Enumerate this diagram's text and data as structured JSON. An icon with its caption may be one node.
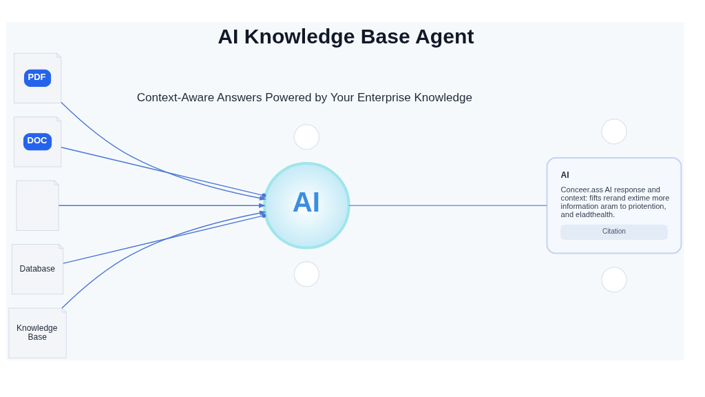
{
  "diagram": {
    "title": "AI Knowledge Base Agent",
    "nodes": [
      {
        "text": [
          "PDF"
        ]
      },
      {
        "text": [
          "DOC"
        ]
      },
      {
        "text": [],
        "shape": "document"
      },
      {
        "text": [
          "Database"
        ]
      },
      {
        "text": [
          "Knowledge Base"
        ]
      },
      {
        "text": [],
        "shape": "circle"
      },
      {
        "text": [],
        "shape": "circle"
      },
      {
        "text": [
          "AI"
        ]
      },
      {
        "text": [],
        "shape": "circle"
      },
      {
        "text": [],
        "shape": "circle"
      },
      {
        "text": [
          "AI",
          "Conceer.ass AI response and context: fifts rerand extime more information aram to priotention, and eladthealth.",
          "Citation"
        ]
      }
    ],
    "edges": [
      {
        "from": 0,
        "to": 7,
        "arrow": "to"
      },
      {
        "from": 1,
        "to": 7,
        "arrow": "other"
      },
      {
        "from": 2,
        "to": 7,
        "arrow": "to"
      },
      {
        "from": 3,
        "to": 7,
        "arrow": "other"
      },
      {
        "from": 4,
        "to": 7,
        "arrow": "to"
      },
      {
        "from": 7,
        "to": 10,
        "arrow": "none",
        "color": "#6f9be3"
      }
    ],
    "labels": [
      "Context-Aware Answers Powered by Your Enterprise Knowledge"
    ]
  }
}
